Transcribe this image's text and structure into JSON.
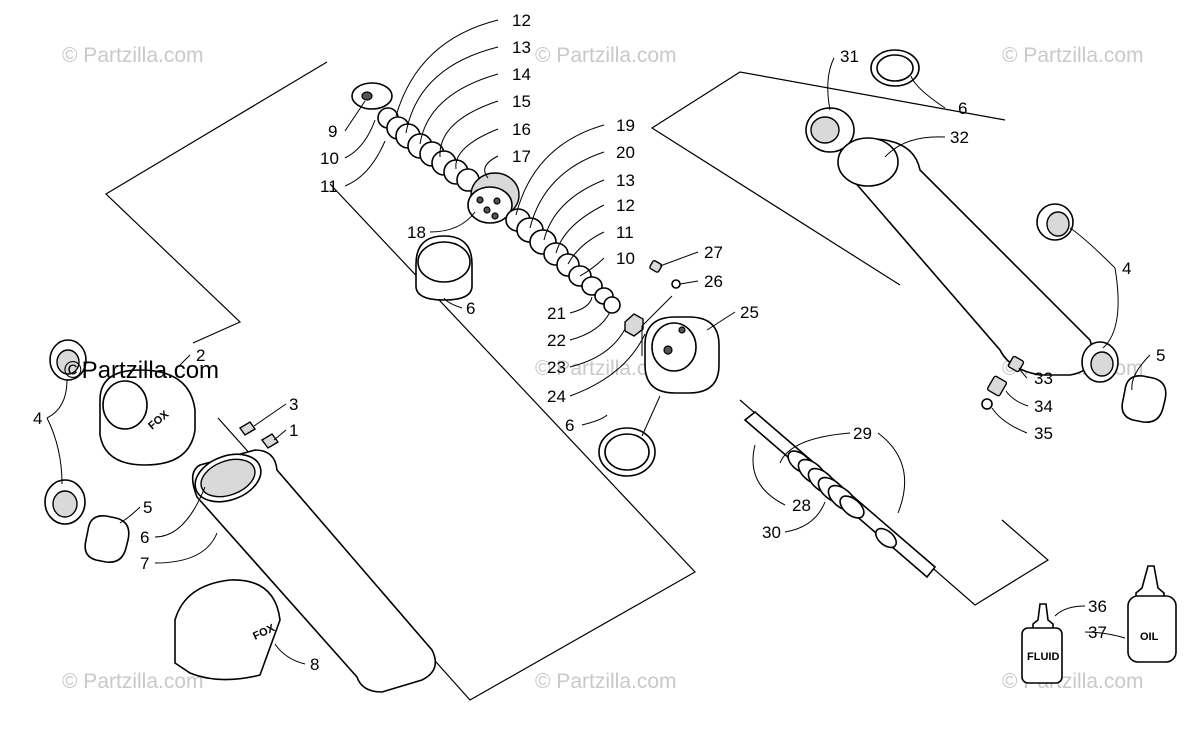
{
  "watermarks": [
    "© Partzilla.com",
    "© Partzilla.com",
    "© Partzilla.com",
    "© Partzilla.com",
    "© Partzilla.com",
    "© Partzilla.com",
    "© Partzilla.com",
    "© Partzilla.com"
  ],
  "watermark_strong": "©Partzilla.com",
  "product_labels": {
    "fox_1": "FOX",
    "fox_2": "FOX",
    "fluid": "FLUID",
    "oil": "OIL"
  },
  "callouts": [
    "12",
    "13",
    "14",
    "15",
    "16",
    "17",
    "9",
    "10",
    "11",
    "18",
    "6",
    "19",
    "20",
    "13",
    "12",
    "11",
    "10",
    "21",
    "22",
    "23",
    "24",
    "6",
    "27",
    "26",
    "25",
    "31",
    "6",
    "32",
    "4",
    "5",
    "33",
    "34",
    "35",
    "2",
    "3",
    "1",
    "4",
    "5",
    "6",
    "7",
    "8",
    "29",
    "28",
    "30",
    "36",
    "37"
  ]
}
